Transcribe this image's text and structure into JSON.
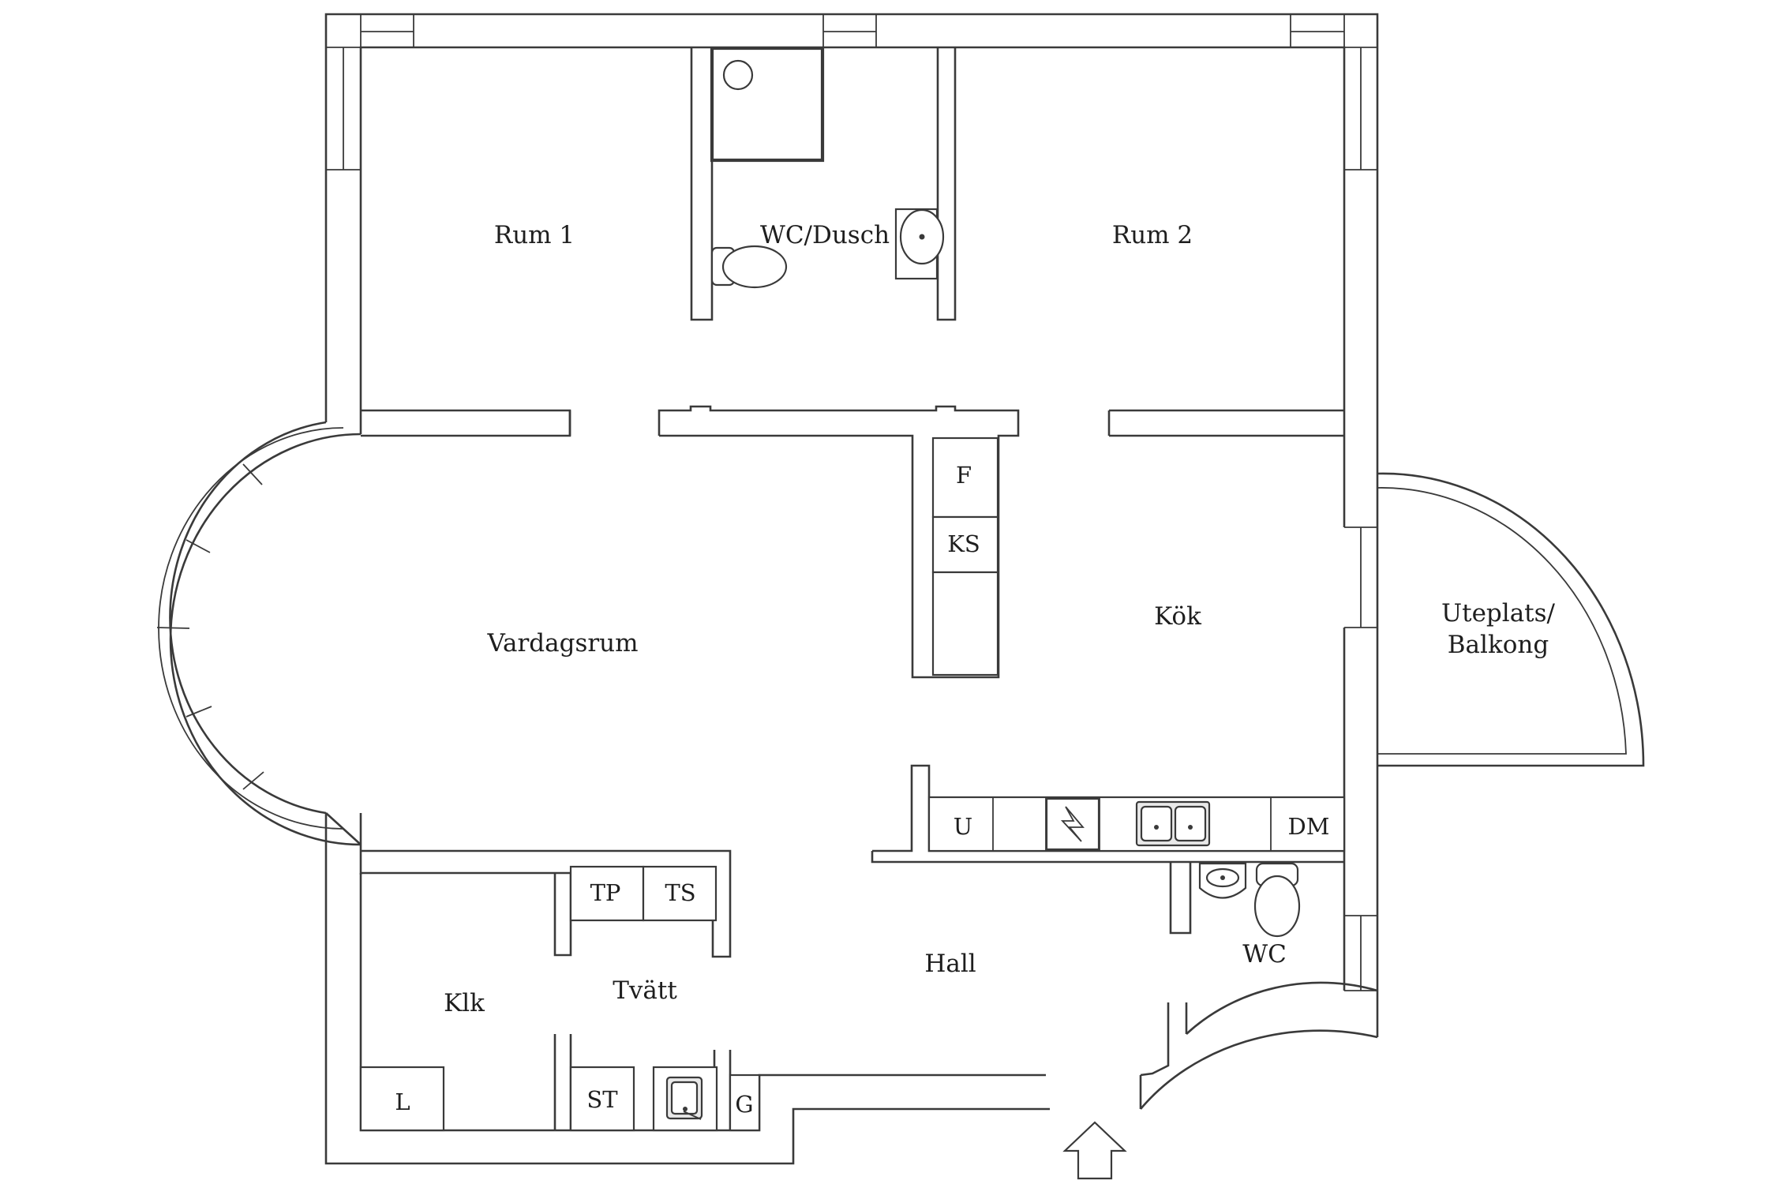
{
  "rooms": {
    "rum1": "Rum 1",
    "wc_dusch": "WC/Dusch",
    "rum2": "Rum 2",
    "vardagsrum": "Vardagsrum",
    "kok": "Kök",
    "uteplats_line1": "Uteplats/",
    "uteplats_line2": "Balkong",
    "hall": "Hall",
    "wc": "WC",
    "klk": "Klk",
    "tvatt": "Tvätt"
  },
  "fixtures": {
    "f": "F",
    "ks": "KS",
    "u": "U",
    "dm": "DM",
    "tp": "TP",
    "ts": "TS",
    "l": "L",
    "st": "ST",
    "g": "G"
  },
  "icons": {
    "entrance": "entrance-arrow-icon",
    "stove": "stove-icon",
    "sink": "kitchen-sink-icon",
    "toilet": "toilet-icon",
    "washbasin": "washbasin-icon",
    "shower": "shower-icon",
    "utility_sink": "utility-sink-icon"
  },
  "colors": {
    "line": "#3a3a3a",
    "background": "#ffffff",
    "text": "#1e1e1e"
  }
}
